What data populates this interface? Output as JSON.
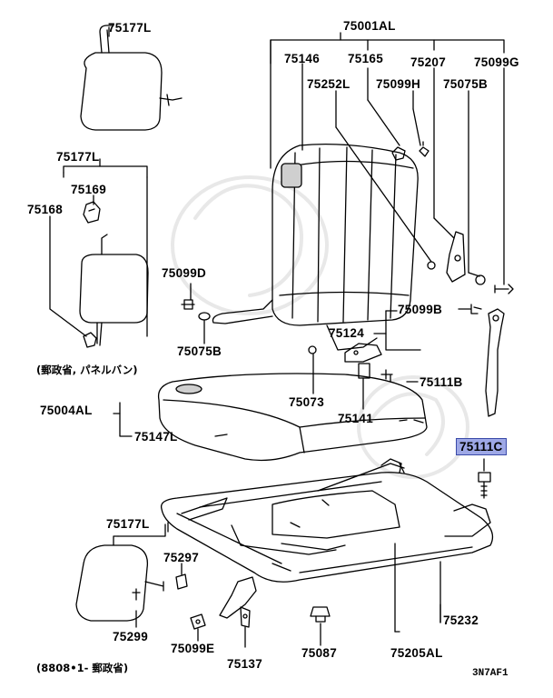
{
  "diagram": {
    "parts": {
      "p75177L_top": "75177L",
      "p75177L_mid": "75177L",
      "p75177L_bot": "75177L",
      "p75169": "75169",
      "p75168": "75168",
      "p75001AL": "75001AL",
      "p75146": "75146",
      "p75165": "75165",
      "p75207": "75207",
      "p75099G": "75099G",
      "p75252L": "75252L",
      "p75099H": "75099H",
      "p75075B_top": "75075B",
      "p75099D": "75099D",
      "p75075B_left": "75075B",
      "p75099B": "75099B",
      "p75124": "75124",
      "p75111B": "75111B",
      "p75004AL": "75004AL",
      "p75073": "75073",
      "p75141": "75141",
      "p75147L": "75147L",
      "p75111C": "75111C",
      "p75297": "75297",
      "p75299": "75299",
      "p75099E": "75099E",
      "p75137": "75137",
      "p75087": "75087",
      "p75232": "75232",
      "p75205AL": "75205AL"
    },
    "notes": {
      "note_top": "(郵政省, パネルバン)",
      "note_bottom": "(8808•1- 郵政省)"
    },
    "figure_code": "3N7AF1",
    "highlight_color": "#9ea8e6"
  }
}
